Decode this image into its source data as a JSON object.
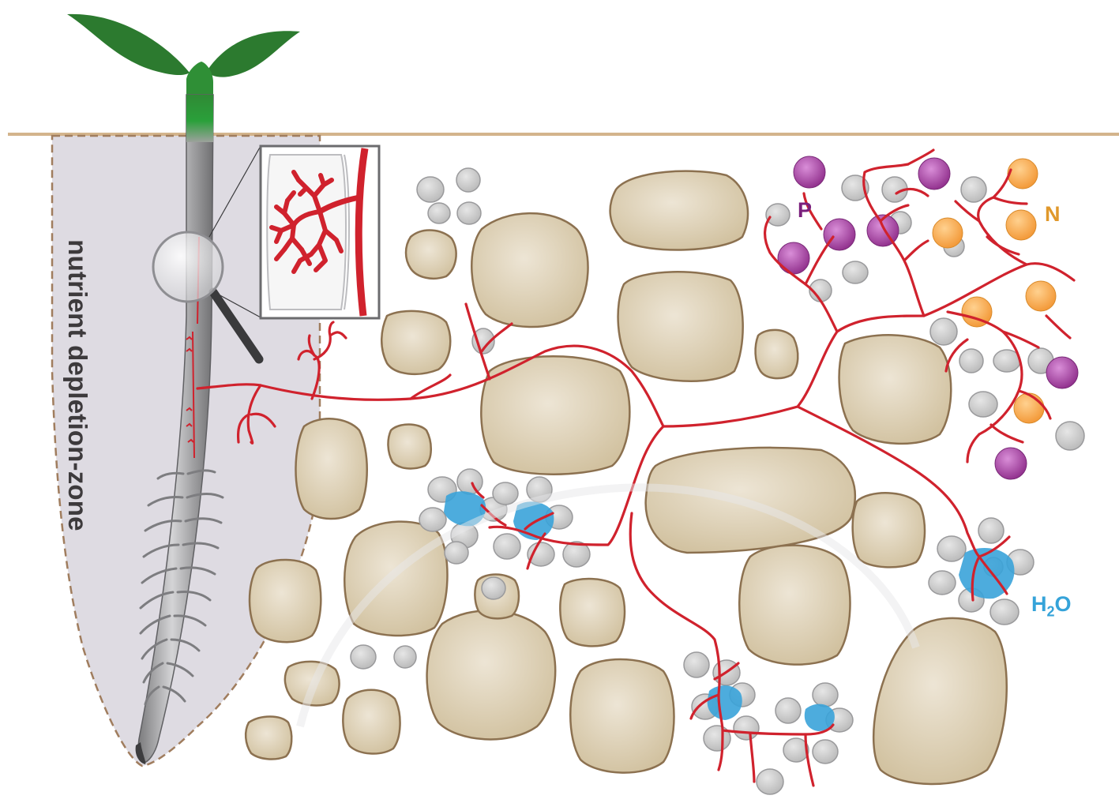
{
  "labels": {
    "depletion_zone": "nutrient depletion-zone",
    "phosphorus": "P",
    "nitrogen": "N",
    "water_h": "H",
    "water_sub": "2",
    "water_o": "O"
  },
  "colors": {
    "soil_line": "#d3b48c",
    "depletion_zone_fill": "#dedbe2",
    "depletion_zone_border": "#a07d5e",
    "leaf_green": "#2e7d32",
    "root_gray": "#8c8c8e",
    "soil_particle": "#d9ccb3",
    "soil_particle_border": "#8c7150",
    "clay_particle": "#c6c6c6",
    "hyphae_red": "#d0222d",
    "water_blue": "#3aa3d9",
    "phosphorus_purple": "#9b3c9a",
    "nitrogen_orange": "#f6a545",
    "label_p": "#7a1f7c",
    "label_n": "#e0982b",
    "label_h2o": "#35a3d9"
  },
  "icons": {
    "magnifier": "magnifier-icon",
    "seedling": "seedling-icon"
  }
}
